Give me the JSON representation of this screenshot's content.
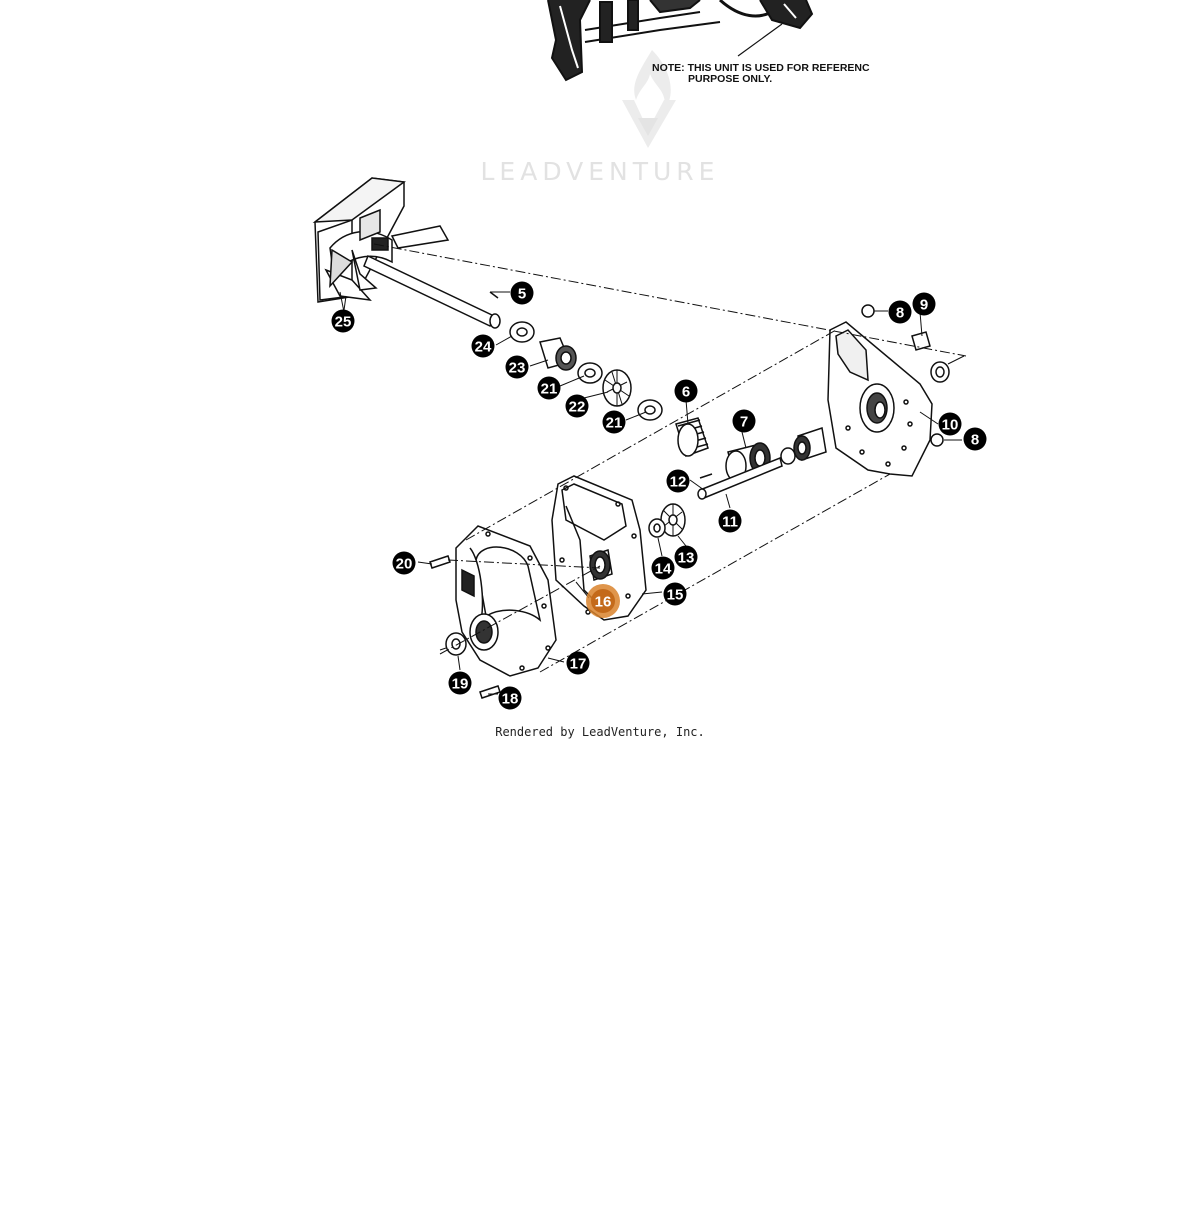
{
  "diagram": {
    "note_line1": "NOTE: THIS UNIT IS USED FOR REFERENC",
    "note_line2": "PURPOSE ONLY.",
    "watermark_text": "LEADVENTURE",
    "footer": "Rendered by LeadVenture, Inc.",
    "highlight_color": "#d9822b",
    "callouts": [
      {
        "label": "5"
      },
      {
        "label": "25"
      },
      {
        "label": "24"
      },
      {
        "label": "23"
      },
      {
        "label": "21"
      },
      {
        "label": "22"
      },
      {
        "label": "21"
      },
      {
        "label": "6"
      },
      {
        "label": "7"
      },
      {
        "label": "8"
      },
      {
        "label": "9"
      },
      {
        "label": "10"
      },
      {
        "label": "8"
      },
      {
        "label": "12"
      },
      {
        "label": "11"
      },
      {
        "label": "13"
      },
      {
        "label": "14"
      },
      {
        "label": "15"
      },
      {
        "label": "16",
        "highlighted": true
      },
      {
        "label": "20"
      },
      {
        "label": "17"
      },
      {
        "label": "19"
      },
      {
        "label": "18"
      }
    ]
  }
}
